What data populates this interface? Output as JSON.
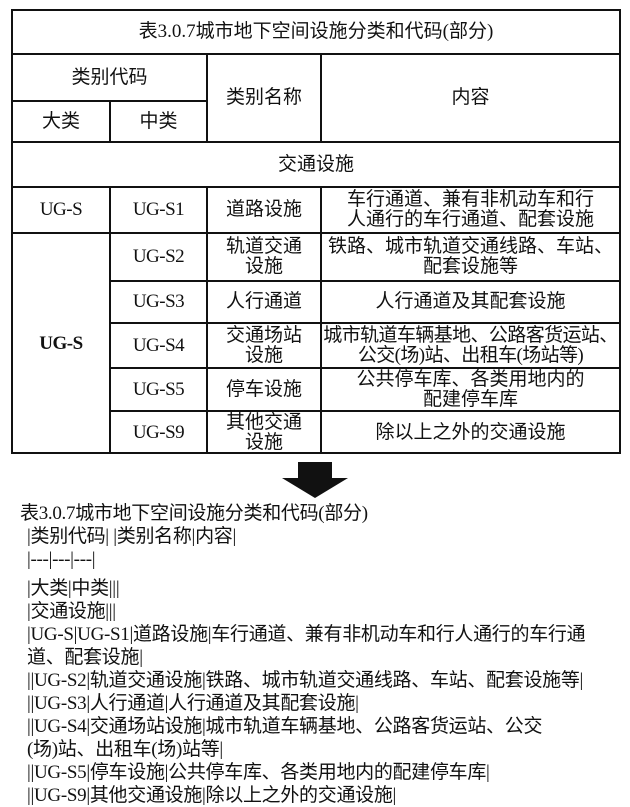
{
  "table": {
    "title": "表3.0.7城市地下空间设施分类和代码(部分)",
    "headers": {
      "category_code": "类别代码",
      "major": "大类",
      "middle": "中类",
      "category_name": "类别名称",
      "content": "内容"
    },
    "section": "交通设施",
    "major_codes": {
      "row1": "UG-S",
      "group": "UG-S"
    },
    "rows": [
      {
        "code": "UG-S1",
        "name": "道路设施",
        "content_lines": [
          "车行通道、兼有非机动车和行",
          "人通行的车行通道、配套设施"
        ]
      },
      {
        "code": "UG-S2",
        "name_lines": [
          "轨道交通",
          "设施"
        ],
        "content_lines": [
          "铁路、城市轨道交通线路、车站、",
          "配套设施等"
        ]
      },
      {
        "code": "UG-S3",
        "name": "人行通道",
        "content": "人行通道及其配套设施"
      },
      {
        "code": "UG-S4",
        "name_lines": [
          "交通场站",
          "设施"
        ],
        "content_lines": [
          "城市轨道车辆基地、公路客货运站、",
          "公交(场)站、出租车(场站等)"
        ]
      },
      {
        "code": "UG-S5",
        "name": "停车设施",
        "content_lines": [
          "公共停车库、各类用地内的",
          "配建停车库"
        ]
      },
      {
        "code": "UG-S9",
        "name_lines": [
          "其他交通",
          "设施"
        ],
        "content": "除以上之外的交通设施"
      }
    ]
  },
  "arrow": {
    "icon": "down-arrow-icon"
  },
  "markdown": {
    "lines": [
      "表3.0.7城市地下空间设施分类和代码(部分)",
      "|类别代码| |类别名称|内容|",
      "|---|---|---|",
      "|大类|中类|||",
      "|交通设施|||",
      "|UG-S|UG-S1|道路设施|车行通道、兼有非机动车和行人通行的车行通",
      "道、配套设施|",
      "||UG-S2|轨道交通设施|铁路、城市轨道交通线路、车站、配套设施等|",
      "||UG-S3|人行通道|人行通道及其配套设施|",
      "||UG-S4|交通场站设施|城市轨道车辆基地、公路客货运站、公交",
      "(场)站、出租车(场)站等|",
      "||UG-S5|停车设施|公共停车库、各类用地内的配建停车库|",
      "||UG-S9|其他交通设施|除以上之外的交通设施|"
    ]
  }
}
